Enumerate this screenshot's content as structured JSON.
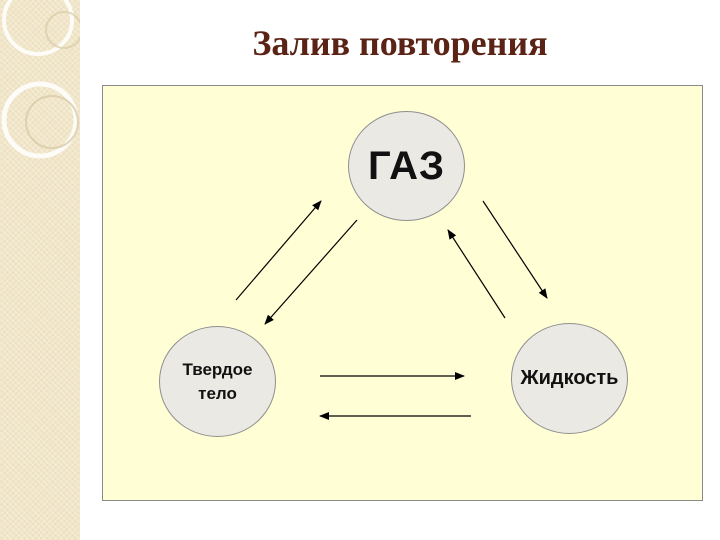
{
  "slide": {
    "title": "Залив повторения"
  },
  "diagram": {
    "nodes": {
      "gas": "ГАЗ",
      "solid": "Твердое тело",
      "liquid": "Жидкость"
    },
    "edges": [
      {
        "from": "solid",
        "to": "gas"
      },
      {
        "from": "gas",
        "to": "solid"
      },
      {
        "from": "gas",
        "to": "liquid"
      },
      {
        "from": "liquid",
        "to": "gas"
      },
      {
        "from": "solid",
        "to": "liquid"
      },
      {
        "from": "liquid",
        "to": "solid"
      }
    ]
  },
  "colors": {
    "title": "#5a2315",
    "panel": "#fffed5",
    "node_fill": "#ebe9e4",
    "arrow": "#000000"
  }
}
